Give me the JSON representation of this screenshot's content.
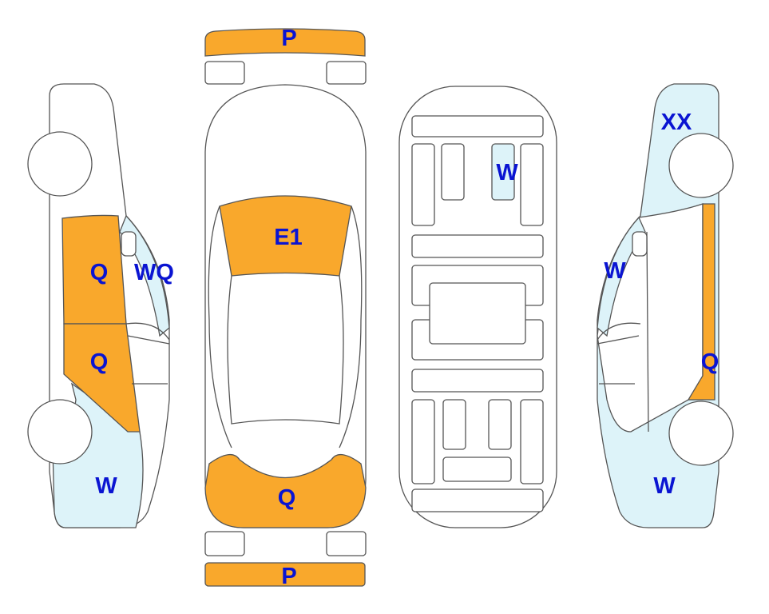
{
  "colors": {
    "damage_orange": "#F9A82C",
    "damage_lightblue": "#DDF3F9",
    "label_blue": "#0A14D2"
  },
  "labels": {
    "front_bumper": "P",
    "windshield": "E1",
    "rear_top": "Q",
    "rear_bumper": "P",
    "left_front_door": "Q",
    "left_window": "WQ",
    "left_rear_door": "Q",
    "left_rear_fender": "W",
    "underbody": "W",
    "right_front_fender": "XX",
    "right_window": "W",
    "right_pillar": "Q",
    "right_rear_fender": "W"
  }
}
